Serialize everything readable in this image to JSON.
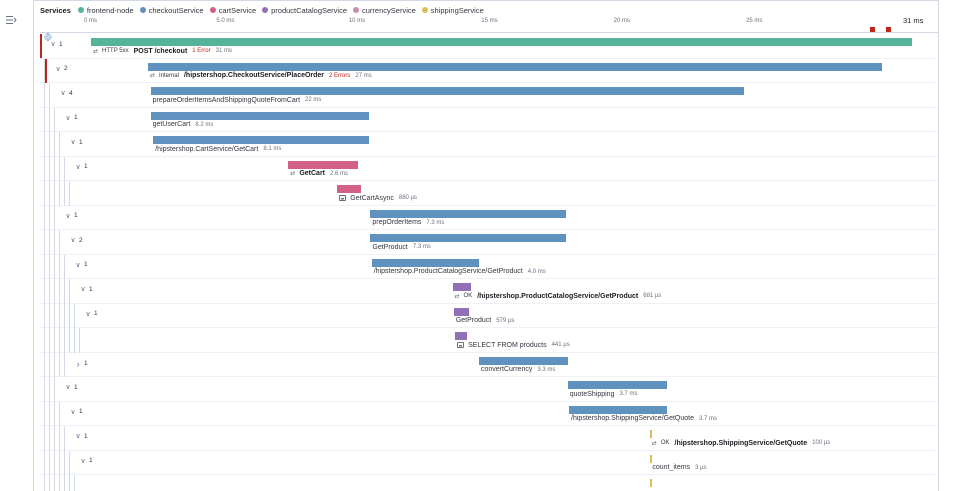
{
  "legend": {
    "title": "Services",
    "items": [
      {
        "name": "frontend-node",
        "color": "#54b399"
      },
      {
        "name": "checkoutService",
        "color": "#6092c0"
      },
      {
        "name": "cartService",
        "color": "#d36086"
      },
      {
        "name": "productCatalogService",
        "color": "#9170b8"
      },
      {
        "name": "currencyService",
        "color": "#ca8eae"
      },
      {
        "name": "shippingService",
        "color": "#d6bf57"
      }
    ]
  },
  "axis": {
    "ticks": [
      "0 ms",
      "5.0 ms",
      "10 ms",
      "15 ms",
      "20 ms",
      "25 ms"
    ],
    "tick_values": [
      0,
      5,
      10,
      15,
      20,
      25
    ],
    "end_label": "31 ms",
    "max_ms": 31,
    "error_marks_ms": [
      29.5,
      30.1
    ]
  },
  "rows": [
    {
      "count": "1",
      "chev": "v",
      "depth": 0,
      "error": true,
      "start": 0,
      "dur": 31,
      "service": "frontend-node",
      "icon": "link",
      "pre": "HTTP 5xx",
      "name": "POST /checkout",
      "strong": true,
      "err": "1 Error",
      "meta": "31 ms"
    },
    {
      "count": "2",
      "chev": "v",
      "depth": 1,
      "error": true,
      "start": 2.15,
      "dur": 27.7,
      "service": "checkoutService",
      "icon": "link",
      "pre": "Internal",
      "name": "/hipstershop.CheckoutService/PlaceOrder",
      "strong": true,
      "err": "2 Errors",
      "meta": "27 ms"
    },
    {
      "count": "4",
      "chev": "v",
      "depth": 2,
      "start": 2.25,
      "dur": 22.4,
      "service": "checkoutService",
      "name": "prepareOrderItemsAndShippingQuoteFromCart",
      "meta": "22 ms"
    },
    {
      "count": "1",
      "chev": "v",
      "depth": 3,
      "start": 2.25,
      "dur": 8.25,
      "service": "checkoutService",
      "name": "getUserCart",
      "meta": "8.2 ms"
    },
    {
      "count": "1",
      "chev": "v",
      "depth": 4,
      "start": 2.35,
      "dur": 8.15,
      "service": "checkoutService",
      "name": "/hipstershop.CartService/GetCart",
      "meta": "8.1 ms"
    },
    {
      "count": "1",
      "chev": "v",
      "depth": 5,
      "start": 7.45,
      "dur": 2.65,
      "service": "cartService",
      "icon": "link",
      "name": "GetCart",
      "strong": true,
      "meta": "2.6 ms"
    },
    {
      "count": "",
      "chev": "",
      "depth": 6,
      "start": 9.3,
      "dur": 0.88,
      "service": "cartService",
      "icon": "db",
      "name": "GetCartAsync",
      "meta": "880 µs"
    },
    {
      "count": "1",
      "chev": "v",
      "depth": 3,
      "start": 10.55,
      "dur": 7.4,
      "service": "checkoutService",
      "name": "prepOrderItems",
      "meta": "7.3 ms"
    },
    {
      "count": "2",
      "chev": "v",
      "depth": 4,
      "start": 10.55,
      "dur": 7.4,
      "service": "checkoutService",
      "name": "GetProduct",
      "meta": "7.3 ms"
    },
    {
      "count": "1",
      "chev": "v",
      "depth": 5,
      "start": 10.6,
      "dur": 4.05,
      "service": "checkoutService",
      "name": "/hipstershop.ProductCatalogService/GetProduct",
      "meta": "4.0 ms"
    },
    {
      "count": "1",
      "chev": "v",
      "depth": 6,
      "start": 13.65,
      "dur": 0.68,
      "service": "productCatalogService",
      "icon": "link",
      "pre": "OK",
      "name": "/hipstershop.ProductCatalogService/GetProduct",
      "strong": true,
      "meta": "681 µs"
    },
    {
      "count": "1",
      "chev": "v",
      "depth": 7,
      "start": 13.7,
      "dur": 0.58,
      "service": "productCatalogService",
      "name": "GetProduct",
      "meta": "579 µs"
    },
    {
      "count": "",
      "chev": "",
      "depth": 8,
      "start": 13.75,
      "dur": 0.44,
      "service": "productCatalogService",
      "icon": "db",
      "name": "SELECT FROM products",
      "meta": "441 µs"
    },
    {
      "count": "1",
      "chev": ">",
      "depth": 5,
      "start": 14.65,
      "dur": 3.35,
      "service": "checkoutService",
      "name": "convertCurrency",
      "meta": "3.3 ms"
    },
    {
      "count": "1",
      "chev": "v",
      "depth": 3,
      "start": 18.0,
      "dur": 3.75,
      "service": "checkoutService",
      "name": "quoteShipping",
      "meta": "3.7 ms"
    },
    {
      "count": "1",
      "chev": "v",
      "depth": 4,
      "start": 18.05,
      "dur": 3.7,
      "service": "checkoutService",
      "name": "/hipstershop.ShippingService/GetQuote",
      "meta": "3.7 ms"
    },
    {
      "count": "1",
      "chev": "v",
      "depth": 5,
      "start": 21.1,
      "dur": 0.1,
      "service": "shippingService",
      "icon": "link",
      "pre": "OK",
      "name": "/hipstershop.ShippingService/GetQuote",
      "strong": true,
      "meta": "100 µs"
    },
    {
      "count": "1",
      "chev": "v",
      "depth": 6,
      "start": 21.12,
      "dur": 0.05,
      "service": "shippingService",
      "name": "count_items",
      "meta": "3 µs"
    },
    {
      "count": "",
      "chev": "",
      "depth": 7,
      "start": 21.12,
      "dur": 0.05,
      "service": "shippingService",
      "name": "",
      "meta": ""
    }
  ]
}
